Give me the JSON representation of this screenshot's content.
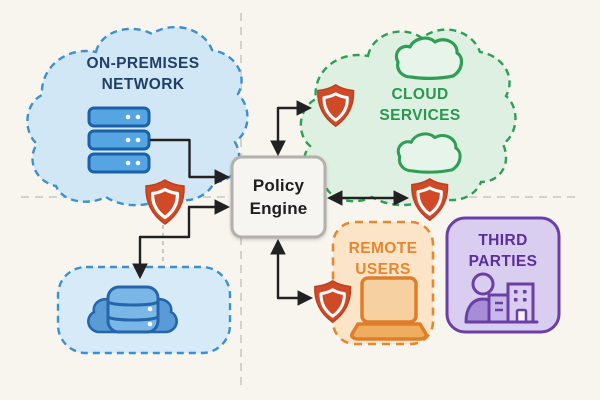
{
  "palette": {
    "background": "#f8f5ef",
    "guide_line": "#d4d1ca",
    "arrow": "#212121",
    "blue_accent": "#3d8fd2",
    "blue_text": "#1f4068",
    "blue_region_fill": "#d2e7f5",
    "server_fill": "#54a5e1",
    "server_stroke": "#1a61a9",
    "green_accent": "#2f9e55",
    "green_region_fill": "#def0e2",
    "orange_accent": "#e8882e",
    "orange_region_fill": "#fce4c9",
    "purple_accent": "#6b3fa8",
    "purple_region_fill": "#d9cdf0",
    "shield_red": "#d14a28",
    "engine_fill": "#f6f5f1",
    "engine_border": "#b2b0ab"
  },
  "diagram": {
    "on_premises": {
      "line1": "ON-PREMISES",
      "line2": "NETWORK"
    },
    "cloud_services": {
      "line1": "CLOUD",
      "line2": "SERVICES"
    },
    "policy_engine": {
      "line1": "Policy",
      "line2": "Engine"
    },
    "remote_users": {
      "line1": "REMOTE",
      "line2": "USERS"
    },
    "third_parties": {
      "line1": "THIRD",
      "line2": "PARTIES"
    },
    "security_checkpoints": 4
  }
}
